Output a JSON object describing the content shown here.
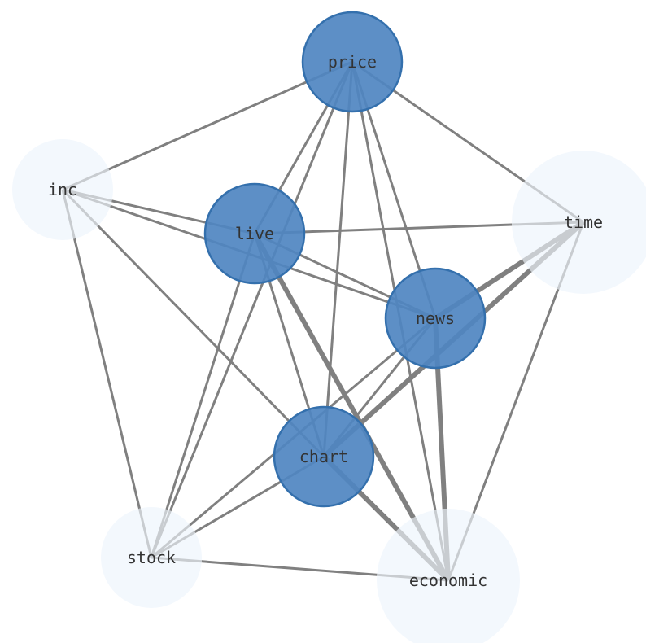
{
  "graph": {
    "colors": {
      "edge": "#808080",
      "edge_faded": "#c8ccd0",
      "node_active_fill": "#4f86c1",
      "node_active_stroke": "#3470ad",
      "node_inactive_fill": "#f3f8fd"
    },
    "nodes": [
      {
        "id": "price",
        "label": "price",
        "active": true
      },
      {
        "id": "inc",
        "label": "inc",
        "active": false
      },
      {
        "id": "live",
        "label": "live",
        "active": true
      },
      {
        "id": "time",
        "label": "time",
        "active": false
      },
      {
        "id": "news",
        "label": "news",
        "active": true
      },
      {
        "id": "chart",
        "label": "chart",
        "active": true
      },
      {
        "id": "stock",
        "label": "stock",
        "active": false
      },
      {
        "id": "economic",
        "label": "economic",
        "active": false
      }
    ],
    "edges": [
      {
        "source": "price",
        "target": "inc",
        "weight": 1
      },
      {
        "source": "price",
        "target": "time",
        "weight": 1
      },
      {
        "source": "price",
        "target": "live",
        "weight": 1
      },
      {
        "source": "price",
        "target": "news",
        "weight": 1
      },
      {
        "source": "price",
        "target": "chart",
        "weight": 1
      },
      {
        "source": "price",
        "target": "stock",
        "weight": 1
      },
      {
        "source": "price",
        "target": "economic",
        "weight": 1
      },
      {
        "source": "inc",
        "target": "live",
        "weight": 1
      },
      {
        "source": "inc",
        "target": "news",
        "weight": 1
      },
      {
        "source": "inc",
        "target": "chart",
        "weight": 1
      },
      {
        "source": "inc",
        "target": "stock",
        "weight": 1
      },
      {
        "source": "live",
        "target": "time",
        "weight": 1
      },
      {
        "source": "live",
        "target": "news",
        "weight": 1
      },
      {
        "source": "live",
        "target": "chart",
        "weight": 1
      },
      {
        "source": "live",
        "target": "stock",
        "weight": 1
      },
      {
        "source": "live",
        "target": "economic",
        "weight": 2
      },
      {
        "source": "time",
        "target": "news",
        "weight": 2
      },
      {
        "source": "time",
        "target": "chart",
        "weight": 2
      },
      {
        "source": "time",
        "target": "economic",
        "weight": 1
      },
      {
        "source": "news",
        "target": "chart",
        "weight": 1
      },
      {
        "source": "news",
        "target": "stock",
        "weight": 1
      },
      {
        "source": "news",
        "target": "economic",
        "weight": 2
      },
      {
        "source": "chart",
        "target": "stock",
        "weight": 1
      },
      {
        "source": "chart",
        "target": "economic",
        "weight": 2
      },
      {
        "source": "stock",
        "target": "economic",
        "weight": 1
      }
    ]
  }
}
